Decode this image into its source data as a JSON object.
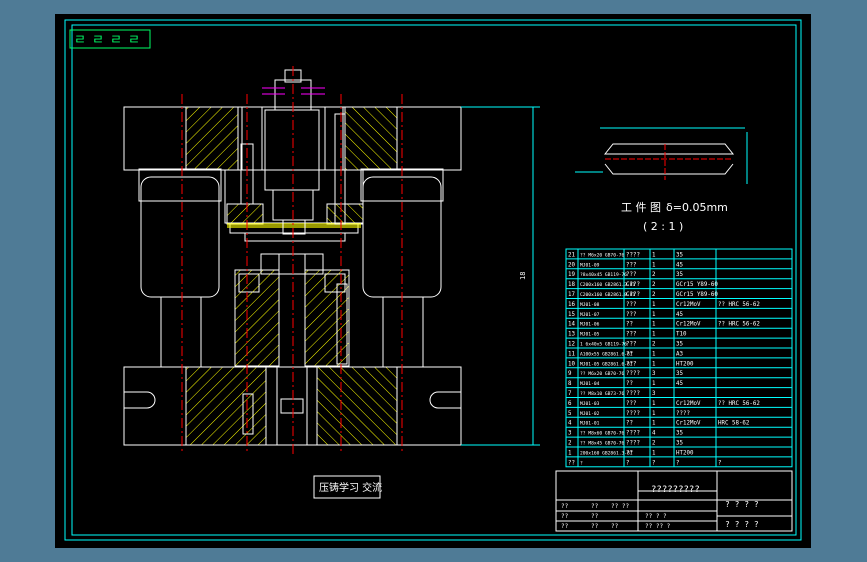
{
  "drawing": {
    "watermark_chars": [
      "ㄹ",
      "ㄹ",
      "ㄹ",
      "ㄹ"
    ],
    "caption_text": "压铸学习 交流",
    "part_view": {
      "title": "工 件 图",
      "tolerance": "δ=0.05mm",
      "scale": "( 2 : 1 )"
    },
    "dimension_label": "18"
  },
  "bom": {
    "rows": [
      {
        "no": "21",
        "name": "?? M6x20 GB70-76",
        "material": "????",
        "qty": "1",
        "spec": "35",
        "note": ""
      },
      {
        "no": "20",
        "name": "MJ01-09",
        "material": "???",
        "qty": "1",
        "spec": "45",
        "note": ""
      },
      {
        "no": "19",
        "name": "?8x40x45 GB119-76",
        "material": "???",
        "qty": "2",
        "spec": "35",
        "note": ""
      },
      {
        "no": "18",
        "name": "C200x160 GB2861.3-81",
        "material": "C???",
        "qty": "2",
        "spec": "GCr15 Y89-60",
        "note": ""
      },
      {
        "no": "17",
        "name": "C200x160 GB2861.8-81",
        "material": "C???",
        "qty": "2",
        "spec": "GCr15 Y89-60",
        "note": ""
      },
      {
        "no": "16",
        "name": "MJ01-08",
        "material": "???",
        "qty": "1",
        "spec": "Cr12MoV",
        "note": "?? HRC 56-62"
      },
      {
        "no": "15",
        "name": "MJ01-07",
        "material": "???",
        "qty": "1",
        "spec": "45",
        "note": ""
      },
      {
        "no": "14",
        "name": "MJ01-06",
        "material": "??",
        "qty": "1",
        "spec": "Cr12MoV",
        "note": "?? HRC 56-62"
      },
      {
        "no": "13",
        "name": "MJ01-05",
        "material": "???",
        "qty": "1",
        "spec": "T10",
        "note": ""
      },
      {
        "no": "12",
        "name": "1 6x40x5 GB119-76",
        "material": "???",
        "qty": "2",
        "spec": "35",
        "note": ""
      },
      {
        "no": "11",
        "name": "A100x55 GB2861.6-81",
        "material": "??",
        "qty": "1",
        "spec": "A3",
        "note": ""
      },
      {
        "no": "10",
        "name": "MJ01-05 GB2861.6-81",
        "material": "???",
        "qty": "1",
        "spec": "HT200",
        "note": ""
      },
      {
        "no": "9",
        "name": "?? M6x20 GB70-76",
        "material": "????",
        "qty": "3",
        "spec": "35",
        "note": ""
      },
      {
        "no": "8",
        "name": "MJ01-04",
        "material": "??",
        "qty": "1",
        "spec": "45",
        "note": ""
      },
      {
        "no": "7",
        "name": "?? M8x10 GB73-76",
        "material": "????",
        "qty": "3",
        "spec": "",
        "note": ""
      },
      {
        "no": "6",
        "name": "MJ01-03",
        "material": "???",
        "qty": "1",
        "spec": "Cr12MoV",
        "note": "?? HRC 56-62"
      },
      {
        "no": "5",
        "name": "MJ01-02",
        "material": "????",
        "qty": "1",
        "spec": "????",
        "note": ""
      },
      {
        "no": "4",
        "name": "MJ01-01",
        "material": "??",
        "qty": "1",
        "spec": "Cr12MoV",
        "note": "HRC 58-62"
      },
      {
        "no": "3",
        "name": "?? M8x60 GB70-76",
        "material": "????",
        "qty": "4",
        "spec": "35",
        "note": ""
      },
      {
        "no": "2",
        "name": "?? M8x45 GB70-76",
        "material": "????",
        "qty": "2",
        "spec": "35",
        "note": ""
      },
      {
        "no": "1",
        "name": "200x160 GB2861.3-81",
        "material": "??",
        "qty": "1",
        "spec": "HT200",
        "note": ""
      }
    ],
    "header": {
      "no": "??",
      "name": "?",
      "material": "?",
      "qty": "?",
      "spec": "?",
      "note": "?"
    }
  },
  "title_block": {
    "title": "?????????",
    "marks": [
      "? ? ? ?",
      "? ? ? ?"
    ],
    "small": [
      "??",
      "??",
      "??",
      "??",
      "??",
      "??",
      "?? ??",
      "??"
    ],
    "misc_a": "?? ? ?",
    "misc_b": "?? ?? ?"
  },
  "colors": {
    "background": "#000000",
    "frame": "#00ffff",
    "outline": "#ffffff",
    "hatch": "#ffff00",
    "centerline": "#ff0000",
    "magenta": "#ff00ff",
    "workspace": "#4f7b96"
  }
}
